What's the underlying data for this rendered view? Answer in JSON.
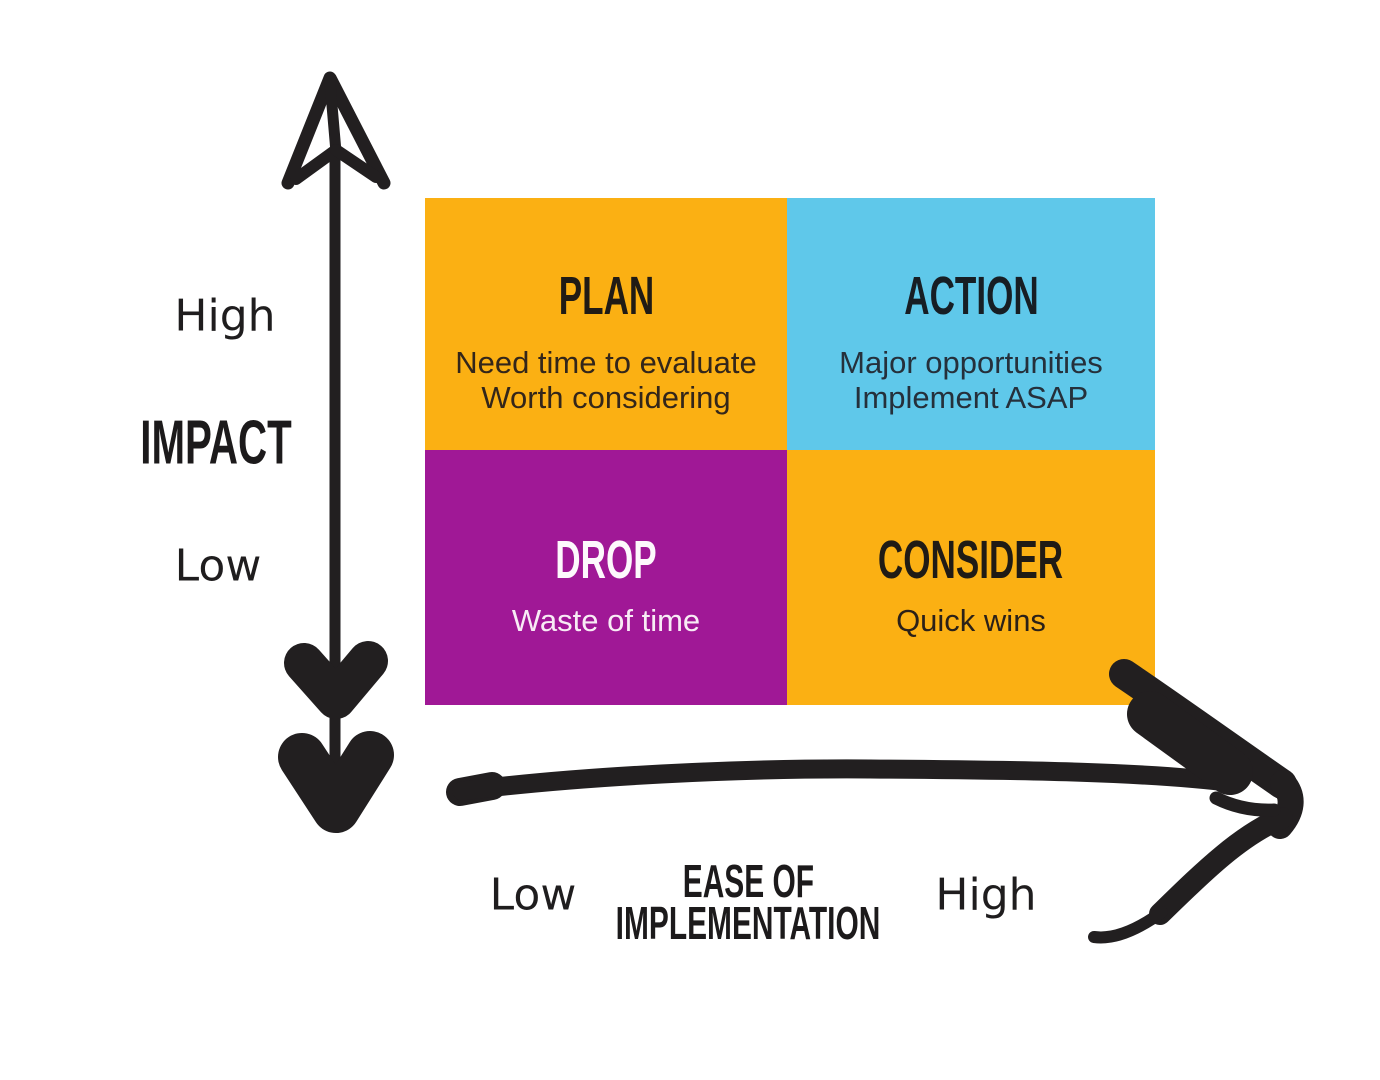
{
  "quadrants": [
    {
      "key": "plan",
      "title": "PLAN",
      "lines": [
        "Need time to evaluate",
        "Worth considering"
      ]
    },
    {
      "key": "action",
      "title": "ACTION",
      "lines": [
        "Major opportunities",
        "Implement ASAP"
      ]
    },
    {
      "key": "drop",
      "title": "DROP",
      "lines": [
        "Waste of time"
      ]
    },
    {
      "key": "consider",
      "title": "CONSIDER",
      "lines": [
        "Quick wins"
      ]
    }
  ],
  "y_axis": {
    "label": "IMPACT",
    "high_label": "High",
    "low_label": "Low"
  },
  "x_axis": {
    "label_line1": "EASE OF",
    "label_line2": "IMPLEMENTATION",
    "low_label": "Low",
    "high_label": "High"
  },
  "icons": {
    "vertical_axis": "up-arrow-with-fletching",
    "horizontal_axis": "right-brush-arrow"
  },
  "colors": {
    "background": "#FFFFFF",
    "plan_bg": "#FBB013",
    "action_bg": "#5FC8EA",
    "drop_bg": "#A01896",
    "consider_bg": "#FBB013",
    "arrow": "#221F20",
    "dark_text_on_orange": "#33261A",
    "dark_text_on_blue": "#25303B",
    "light_text_on_purple": "#F8ECF5"
  }
}
